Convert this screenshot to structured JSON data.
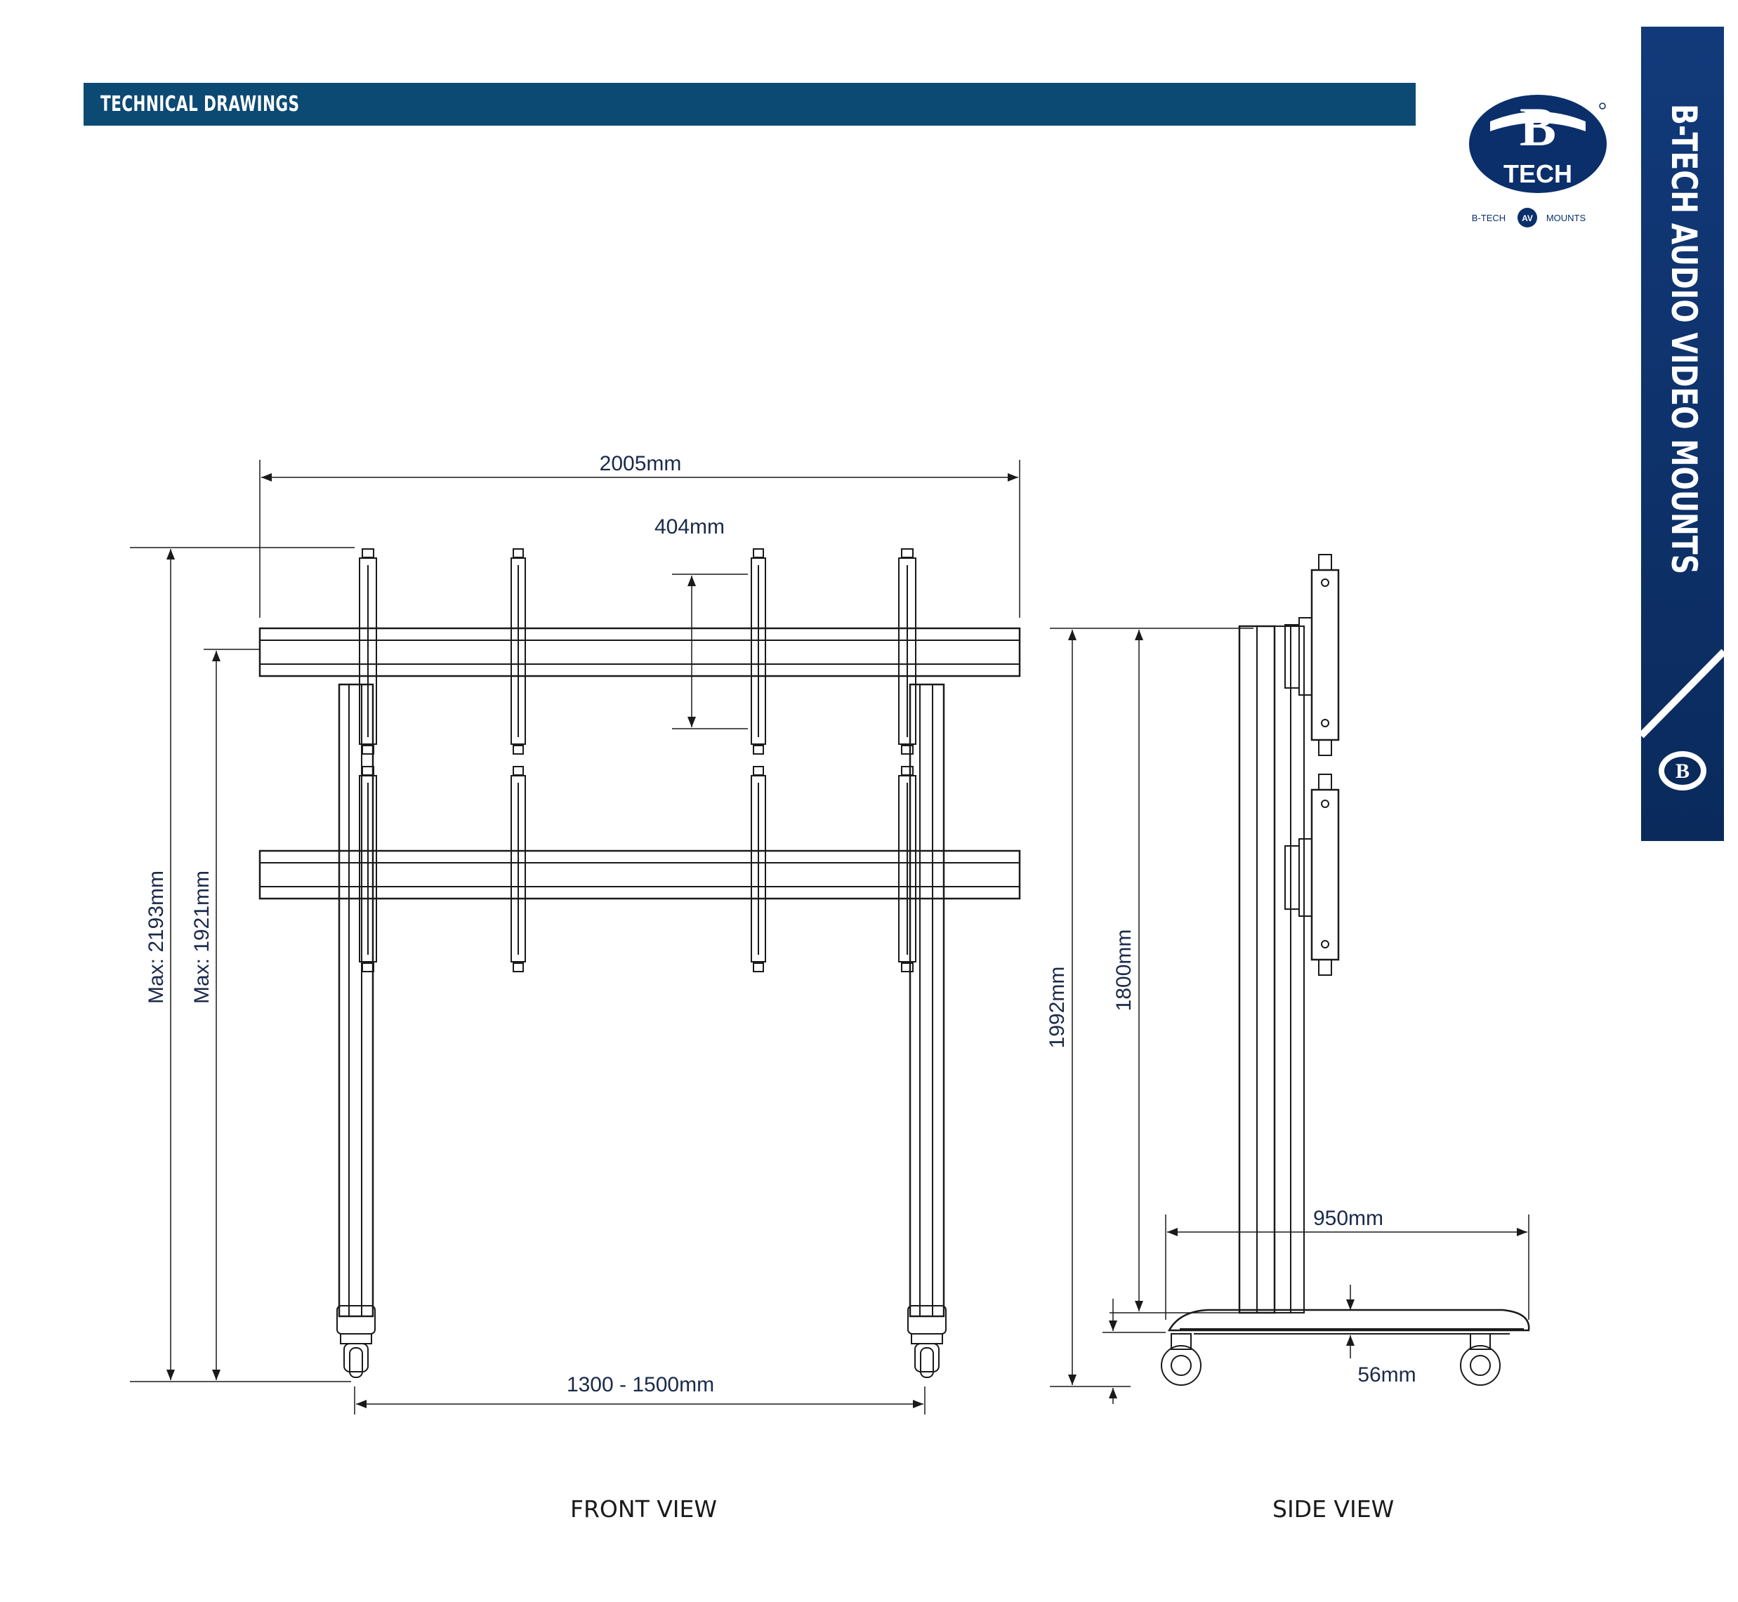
{
  "header": {
    "title": "TECHNICAL DRAWINGS"
  },
  "brand": {
    "side_title": "B-TECH AUDIO VIDEO MOUNTS",
    "logo_letter": "B",
    "logo_word": "TECH",
    "logo_tagline_left": "B-TECH",
    "logo_tagline_badge": "AV",
    "logo_tagline_right": "MOUNTS",
    "primary_color": "#0d4a73",
    "navy_color": "#0a2f6b"
  },
  "front_view": {
    "label": "FRONT VIEW",
    "dimensions": {
      "overall_width": "2005mm",
      "interface_spacing": "404mm",
      "max_overall_height": "Max: 2193mm",
      "max_rail_height": "Max: 1921mm",
      "leg_spacing": "1300 - 1500mm"
    }
  },
  "side_view": {
    "label": "SIDE VIEW",
    "dimensions": {
      "overall_height": "1992mm",
      "column_height": "1800mm",
      "base_depth": "950mm",
      "ground_clearance": "56mm"
    }
  }
}
